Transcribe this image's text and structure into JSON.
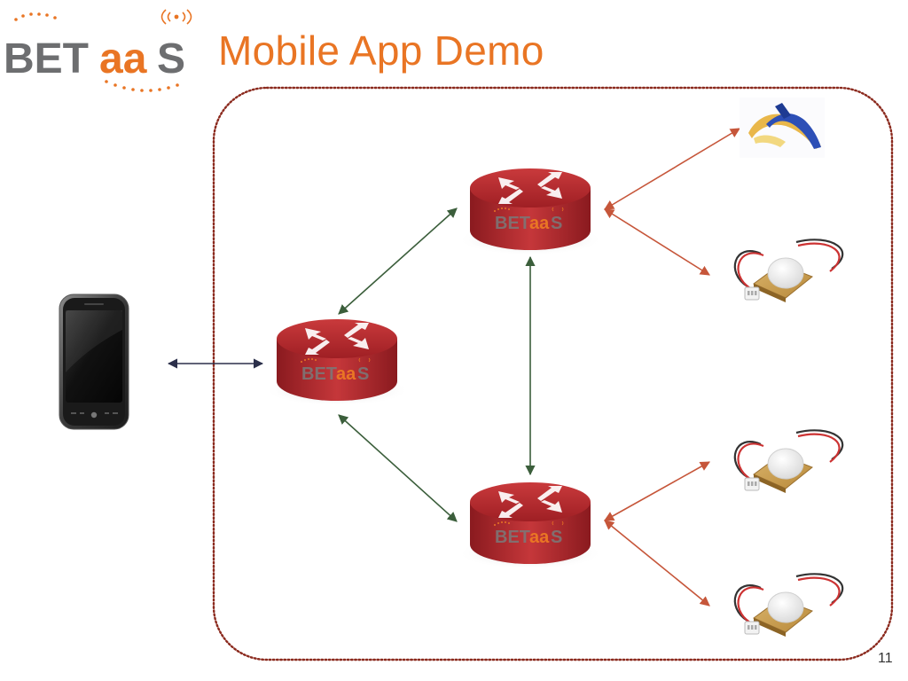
{
  "slide": {
    "title": "Mobile App Demo",
    "page_number": "11"
  },
  "logo": {
    "text_bet": "BET",
    "text_aa": "aa",
    "text_s": "S"
  },
  "colors": {
    "title": "#e97524",
    "logo_gray": "#6d6e70",
    "logo_orange": "#e97524",
    "router_red": "#b8292e",
    "link_green": "#3b5e3b",
    "link_orange": "#c6563a",
    "link_navy": "#2b2f4a",
    "boundary": "#8b2a1e"
  },
  "diagram": {
    "nodes": [
      {
        "id": "phone",
        "type": "smartphone"
      },
      {
        "id": "router-left",
        "type": "betaas-gateway"
      },
      {
        "id": "router-top",
        "type": "betaas-gateway"
      },
      {
        "id": "router-bottom",
        "type": "betaas-gateway"
      },
      {
        "id": "thermometer",
        "type": "sensor-thermometer"
      },
      {
        "id": "pir-1",
        "type": "sensor-pir"
      },
      {
        "id": "pir-2",
        "type": "sensor-pir"
      },
      {
        "id": "pir-3",
        "type": "sensor-pir"
      }
    ],
    "links": [
      {
        "from": "phone",
        "to": "router-left",
        "color": "navy"
      },
      {
        "from": "router-left",
        "to": "router-top",
        "color": "green"
      },
      {
        "from": "router-left",
        "to": "router-bottom",
        "color": "green"
      },
      {
        "from": "router-top",
        "to": "router-bottom",
        "color": "green"
      },
      {
        "from": "router-top",
        "to": "thermometer",
        "color": "orange"
      },
      {
        "from": "router-top",
        "to": "pir-1",
        "color": "orange"
      },
      {
        "from": "router-bottom",
        "to": "pir-2",
        "color": "orange"
      },
      {
        "from": "router-bottom",
        "to": "pir-3",
        "color": "orange"
      }
    ]
  }
}
